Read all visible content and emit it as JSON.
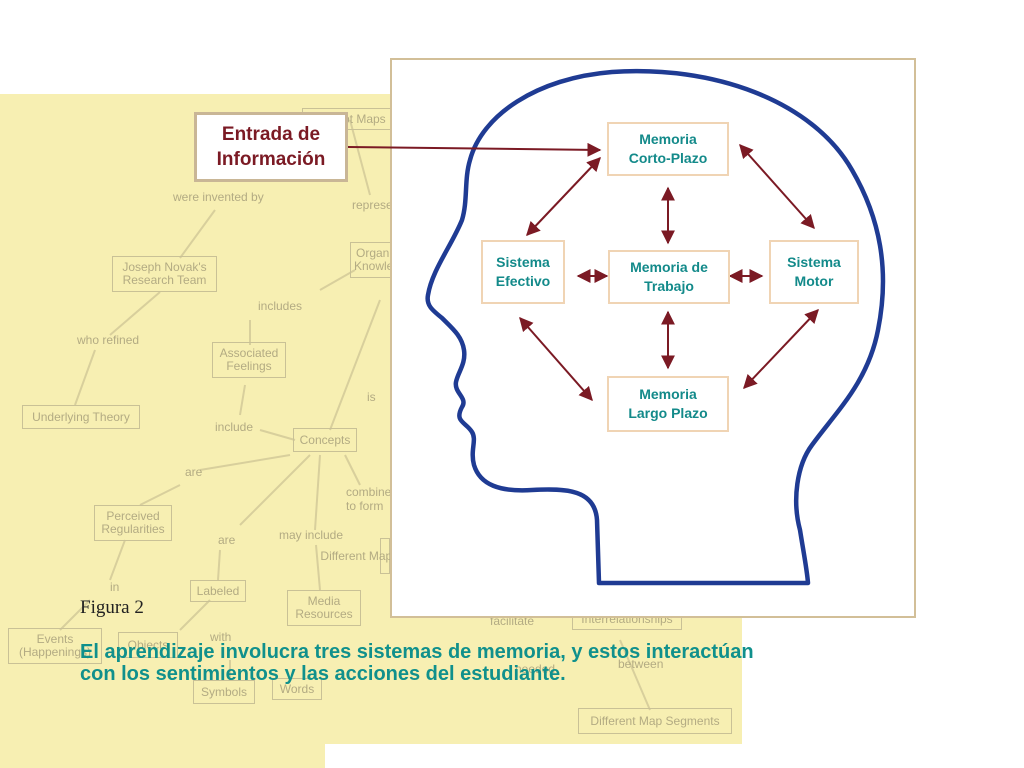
{
  "background_map": {
    "boxes": [
      {
        "id": "pt-maps",
        "text": "Concept Maps"
      },
      {
        "id": "joseph",
        "text": "Joseph Novak's\nResearch Team"
      },
      {
        "id": "associated",
        "text": "Associated\nFeelings"
      },
      {
        "id": "underlying",
        "text": "Underlying Theory"
      },
      {
        "id": "concepts",
        "text": "Concepts"
      },
      {
        "id": "organized",
        "text": "Organized\nKnowledge"
      },
      {
        "id": "perceived",
        "text": "Perceived\nRegularities"
      },
      {
        "id": "labeled",
        "text": "Labeled"
      },
      {
        "id": "media",
        "text": "Media\nResources"
      },
      {
        "id": "events",
        "text": "Events\n(Happenings)"
      },
      {
        "id": "objects",
        "text": "Objects"
      },
      {
        "id": "symbols",
        "text": "Symbols"
      },
      {
        "id": "words",
        "text": "Words"
      },
      {
        "id": "interrelationships",
        "text": "Interrelationships"
      },
      {
        "id": "different-segments",
        "text": "Different Map Segments"
      }
    ],
    "links": [
      {
        "id": "were-invented-by",
        "text": "were invented by"
      },
      {
        "id": "represent",
        "text": "represent"
      },
      {
        "id": "includes",
        "text": "includes"
      },
      {
        "id": "who-refined",
        "text": "who refined"
      },
      {
        "id": "include",
        "text": "include"
      },
      {
        "id": "is",
        "text": "is"
      },
      {
        "id": "are-1",
        "text": "are"
      },
      {
        "id": "are-2",
        "text": "are"
      },
      {
        "id": "combine",
        "text": "combined\nto form"
      },
      {
        "id": "may-include",
        "text": "may include"
      },
      {
        "id": "in",
        "text": "in"
      },
      {
        "id": "with",
        "text": "with"
      },
      {
        "id": "facilitate",
        "text": "facilitate"
      },
      {
        "id": "needed",
        "text": "needed"
      },
      {
        "id": "between",
        "text": "between"
      }
    ]
  },
  "diagram": {
    "input_label": "Entrada de\nInformación",
    "nodes": {
      "corto": "Memoria\nCorto-Plazo",
      "efectivo": "Sistema\nEfectivo",
      "trabajo": "Memoria de\nTrabajo",
      "motor": "Sistema\nMotor",
      "largo": "Memoria\nLargo Plazo"
    }
  },
  "figure_label": "Figura 2",
  "caption": {
    "line1": "El aprendizaje involucra tres sistemas de memoria, y estos interactúan",
    "line2": "con los sentimientos y las acciones del estudiante."
  },
  "colors": {
    "background_yellow": "#f7efb2",
    "head_outline": "#1f3b93",
    "arrow": "#7b1a24",
    "box_text": "#138a8a",
    "caption": "#10908c",
    "input_text": "#7b1a24"
  }
}
